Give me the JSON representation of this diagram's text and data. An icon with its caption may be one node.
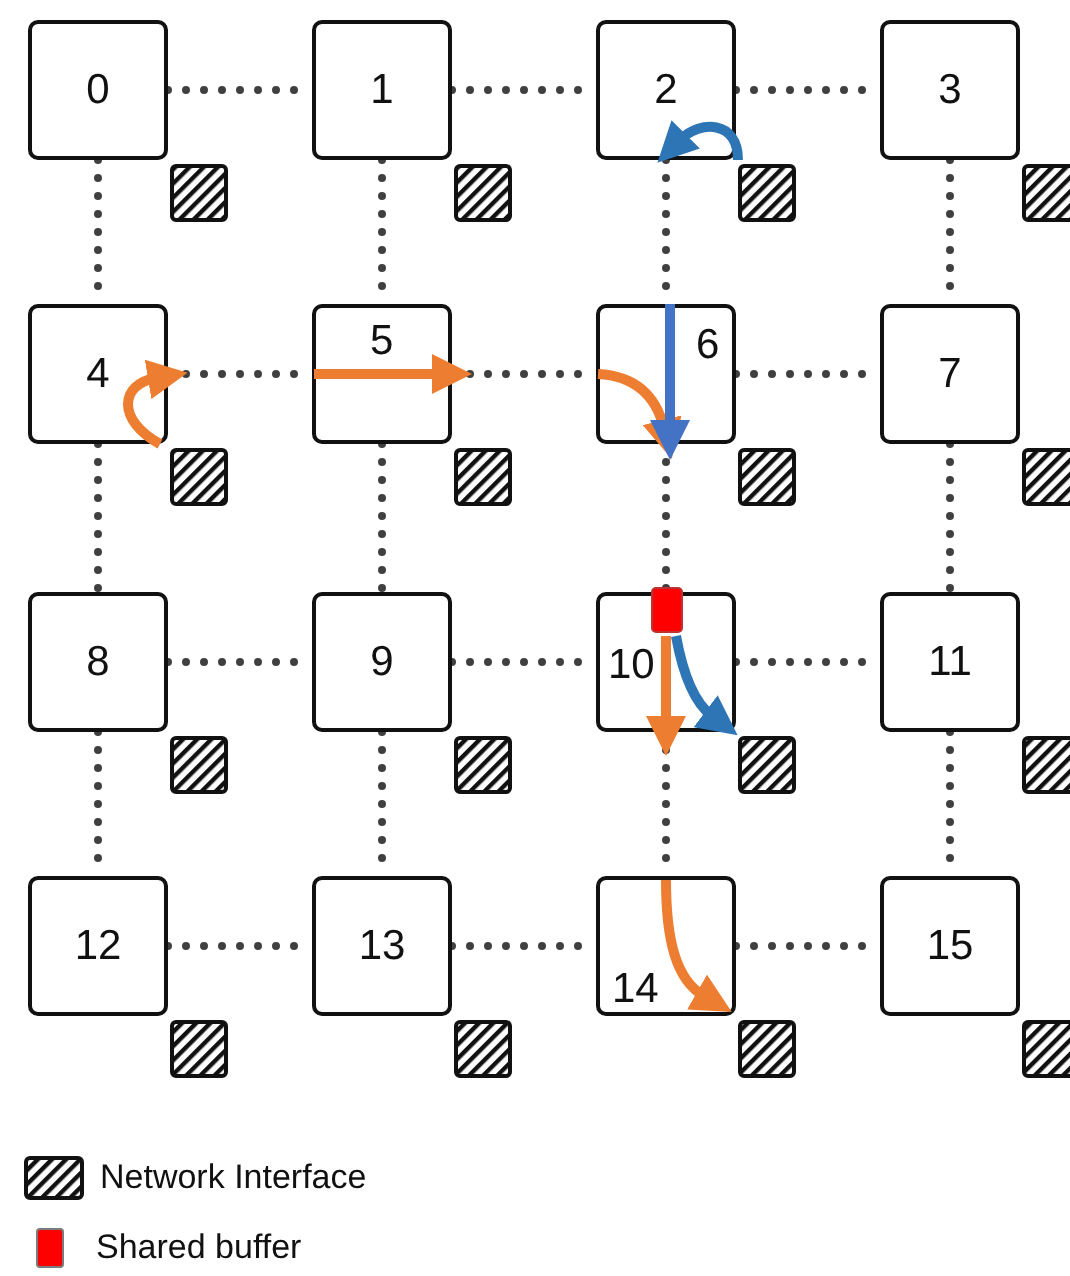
{
  "diagram": {
    "nodes": [
      {
        "text": [
          "0"
        ]
      },
      {
        "text": [
          "1"
        ]
      },
      {
        "text": [
          "2"
        ]
      },
      {
        "text": [
          "3"
        ]
      },
      {
        "text": [
          "4"
        ]
      },
      {
        "text": [
          "5"
        ]
      },
      {
        "text": [
          "6"
        ]
      },
      {
        "text": [
          "7"
        ]
      },
      {
        "text": [
          "8"
        ]
      },
      {
        "text": [
          "9"
        ]
      },
      {
        "text": [
          "10"
        ]
      },
      {
        "text": [
          "11"
        ]
      },
      {
        "text": [
          "12"
        ]
      },
      {
        "text": [
          "13"
        ]
      },
      {
        "text": [
          "14"
        ]
      },
      {
        "text": [
          "15"
        ]
      }
    ],
    "edges": [
      {
        "from": 0,
        "to": 1,
        "arrow": "none",
        "style": "dashed"
      },
      {
        "from": 1,
        "to": 2,
        "arrow": "none",
        "style": "dashed"
      },
      {
        "from": 2,
        "to": 3,
        "arrow": "none",
        "style": "dashed"
      },
      {
        "from": 4,
        "to": 5,
        "arrow": "none",
        "style": "dashed"
      },
      {
        "from": 5,
        "to": 6,
        "arrow": "none",
        "style": "dashed"
      },
      {
        "from": 6,
        "to": 7,
        "arrow": "none",
        "style": "dashed"
      },
      {
        "from": 8,
        "to": 9,
        "arrow": "none",
        "style": "dashed"
      },
      {
        "from": 9,
        "to": 10,
        "arrow": "none",
        "style": "dashed"
      },
      {
        "from": 10,
        "to": 11,
        "arrow": "none",
        "style": "dashed"
      },
      {
        "from": 12,
        "to": 13,
        "arrow": "none",
        "style": "dashed"
      },
      {
        "from": 13,
        "to": 14,
        "arrow": "none",
        "style": "dashed"
      },
      {
        "from": 14,
        "to": 15,
        "arrow": "none",
        "style": "dashed"
      },
      {
        "from": 0,
        "to": 4,
        "arrow": "none",
        "style": "dashed"
      },
      {
        "from": 4,
        "to": 8,
        "arrow": "none",
        "style": "dashed"
      },
      {
        "from": 8,
        "to": 12,
        "arrow": "none",
        "style": "dashed"
      },
      {
        "from": 1,
        "to": 5,
        "arrow": "none",
        "style": "dashed"
      },
      {
        "from": 5,
        "to": 9,
        "arrow": "none",
        "style": "dashed"
      },
      {
        "from": 9,
        "to": 13,
        "arrow": "none",
        "style": "dashed"
      },
      {
        "from": 2,
        "to": 6,
        "arrow": "none",
        "style": "dashed"
      },
      {
        "from": 6,
        "to": 10,
        "arrow": "none",
        "style": "dashed"
      },
      {
        "from": 10,
        "to": 14,
        "arrow": "none",
        "style": "dashed"
      },
      {
        "from": 3,
        "to": 7,
        "arrow": "none",
        "style": "dashed"
      },
      {
        "from": 7,
        "to": 11,
        "arrow": "none",
        "style": "dashed"
      },
      {
        "from": 11,
        "to": 15,
        "arrow": "none",
        "style": "dashed"
      }
    ],
    "legend": [
      {
        "text": "Network Interface"
      },
      {
        "text": "Shared buffer",
        "color": "#ff0000"
      }
    ]
  }
}
